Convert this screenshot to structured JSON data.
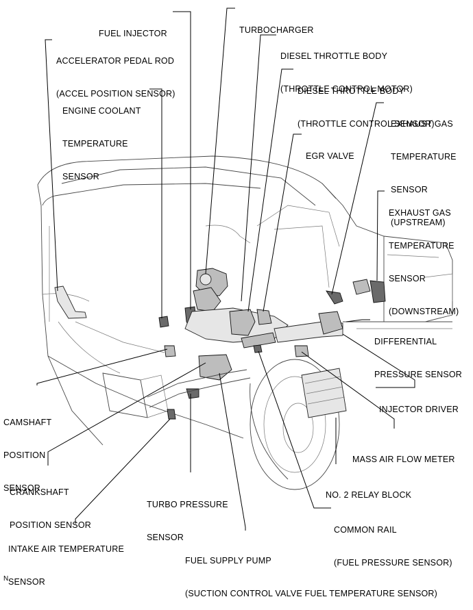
{
  "labels": {
    "fuel_injector": [
      "FUEL INJECTOR"
    ],
    "turbocharger": [
      "TURBOCHARGER"
    ],
    "accel_pedal": [
      "ACCELERATOR PEDAL ROD",
      "(ACCEL POSITION SENSOR)"
    ],
    "throttle_motor": [
      "DIESEL THROTTLE BODY",
      "(THROTTLE CONTROL MOTOR)"
    ],
    "throttle_sensor": [
      "DIESEL THROTTLE BODY",
      "(THROTTLE CONTROL SENSOR)"
    ],
    "coolant": [
      "ENGINE COOLANT",
      "TEMPERATURE",
      "SENSOR"
    ],
    "exhaust_up": [
      "EXHAUST GAS",
      "TEMPERATURE",
      "SENSOR",
      "(UPSTREAM)"
    ],
    "egr": [
      "EGR VALVE"
    ],
    "exhaust_down": [
      "EXHAUST GAS",
      "TEMPERATURE",
      "SENSOR",
      "(DOWNSTREAM)"
    ],
    "diff_pressure": [
      "DIFFERENTIAL",
      "PRESSURE SENSOR"
    ],
    "injector_driver": [
      "INJECTOR DRIVER"
    ],
    "camshaft": [
      "CAMSHAFT",
      "POSITION",
      "SENSOR"
    ],
    "maf": [
      "MASS AIR FLOW METER"
    ],
    "crankshaft": [
      "CRANKSHAFT",
      "POSITION SENSOR"
    ],
    "relay": [
      "NO. 2 RELAY BLOCK"
    ],
    "turbo_pressure": [
      "TURBO PRESSURE",
      "SENSOR"
    ],
    "common_rail": [
      "COMMON RAIL",
      "(FUEL PRESSURE SENSOR)"
    ],
    "intake_air": [
      "INTAKE AIR TEMPERATURE",
      "SENSOR"
    ],
    "fuel_pump": [
      "FUEL SUPPLY PUMP",
      "(SUCTION CONTROL VALVE FUEL TEMPERATURE SENSOR)"
    ]
  },
  "footer_code": "N"
}
